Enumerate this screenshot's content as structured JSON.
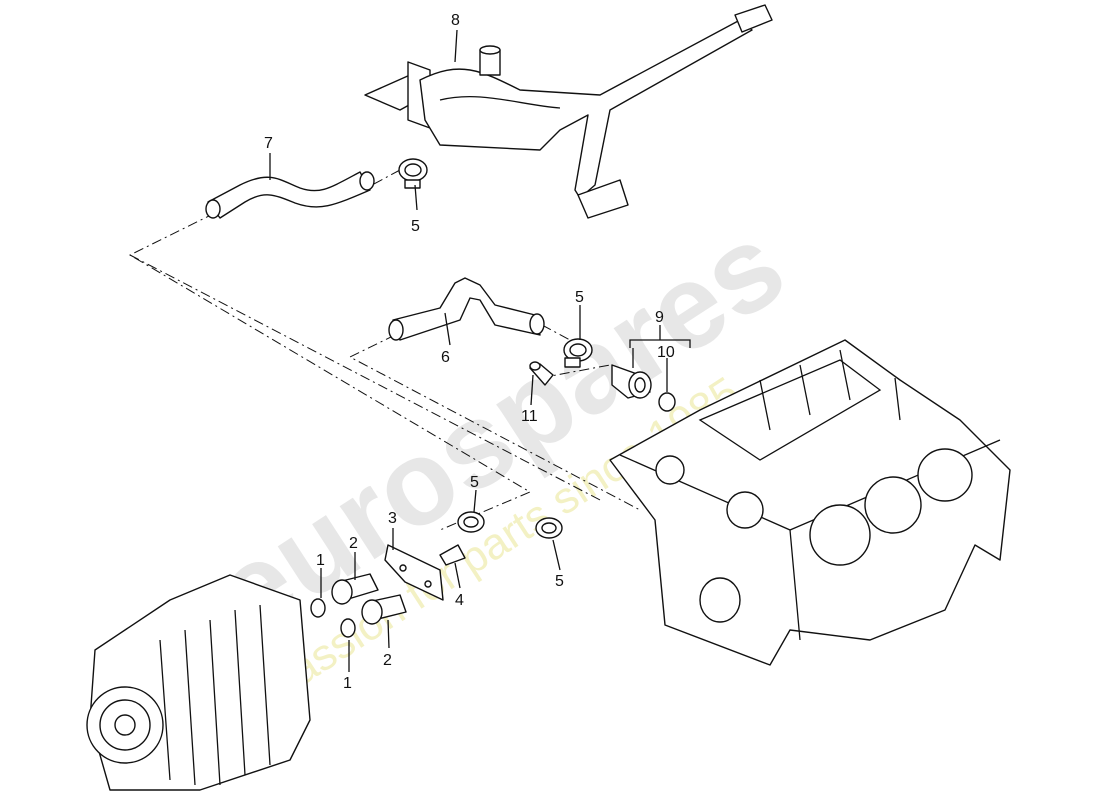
{
  "watermark": {
    "brand": "eurospares",
    "tagline": "a passion for parts since 1985"
  },
  "callouts": [
    {
      "id": "c8",
      "label": "8"
    },
    {
      "id": "c7",
      "label": "7"
    },
    {
      "id": "c5a",
      "label": "5"
    },
    {
      "id": "c5b",
      "label": "5"
    },
    {
      "id": "c6",
      "label": "6"
    },
    {
      "id": "c9",
      "label": "9"
    },
    {
      "id": "c10",
      "label": "10"
    },
    {
      "id": "c11",
      "label": "11"
    },
    {
      "id": "c3",
      "label": "3"
    },
    {
      "id": "c5c",
      "label": "5"
    },
    {
      "id": "c5d",
      "label": "5"
    },
    {
      "id": "c1a",
      "label": "1"
    },
    {
      "id": "c2a",
      "label": "2"
    },
    {
      "id": "c4",
      "label": "4"
    },
    {
      "id": "c2b",
      "label": "2"
    },
    {
      "id": "c1b",
      "label": "1"
    }
  ]
}
